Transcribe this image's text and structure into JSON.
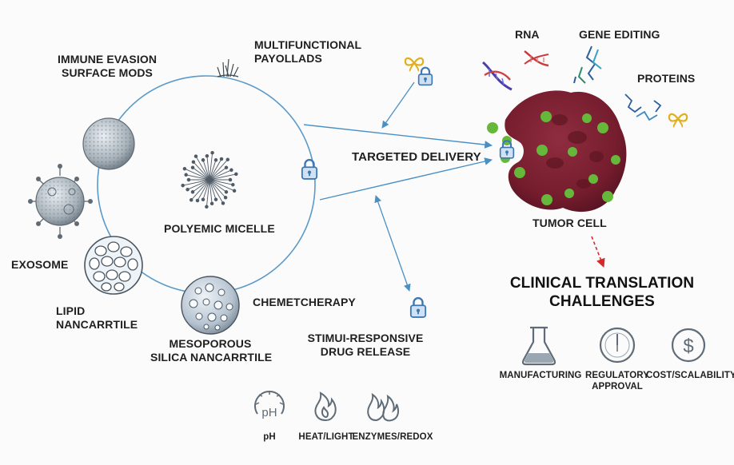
{
  "nanocarriers": {
    "immune_evasion": [
      "IMMUNE EVASION",
      "SURFACE MODS"
    ],
    "multifunctional": [
      "MULTIFUNCTIONAL",
      "PAYOLLADS"
    ],
    "micelle": "POLYEMIC MICELLE",
    "exosome": "EXOSOME",
    "lipid": [
      "LIPID",
      "NANCARRTILE"
    ],
    "mesoporous": [
      "MESOPOROUS",
      "SILICA NANCARRTILE"
    ],
    "chemotherapy": "CHEMETCHERAPY"
  },
  "delivery": {
    "targeted": "TARGETED DELIVERY",
    "stimuli": [
      "STIMUI-RESPONSIVE",
      "DRUG RELEASE"
    ]
  },
  "payloads": {
    "rna": "RNA",
    "gene_editing": "GENE EDITING",
    "proteins": "PROTEINS"
  },
  "tumor": {
    "label": "TUMOR CELL"
  },
  "challenges": {
    "title": [
      "CLINICAL TRANSLATION",
      "CHALLENGES"
    ],
    "items": [
      {
        "label": [
          "MANUFACTURING"
        ],
        "icon": "flask-icon"
      },
      {
        "label": [
          "REGULATORY",
          "APPROVAL"
        ],
        "icon": "clock-icon"
      },
      {
        "label": [
          "COST/SCALABILITY"
        ],
        "icon": "dollar-icon"
      }
    ]
  },
  "stimuli_icons": [
    {
      "label": "pH",
      "glyph": "pH",
      "icon": "ph-gauge-icon"
    },
    {
      "label": "HEAT/LIGHT",
      "icon": "flame-icon"
    },
    {
      "label": "ENZYMES/REDOX",
      "icon": "double-flame-icon"
    }
  ],
  "colors": {
    "circle": "#5b9ac8",
    "arrow": "#4a90c4",
    "lock": "#3d78b5",
    "tumor": "#7a1e2c",
    "tumor_dots": "#66b83a",
    "icon_gray": "#5f6c78",
    "red_arrow": "#d12b2b"
  }
}
